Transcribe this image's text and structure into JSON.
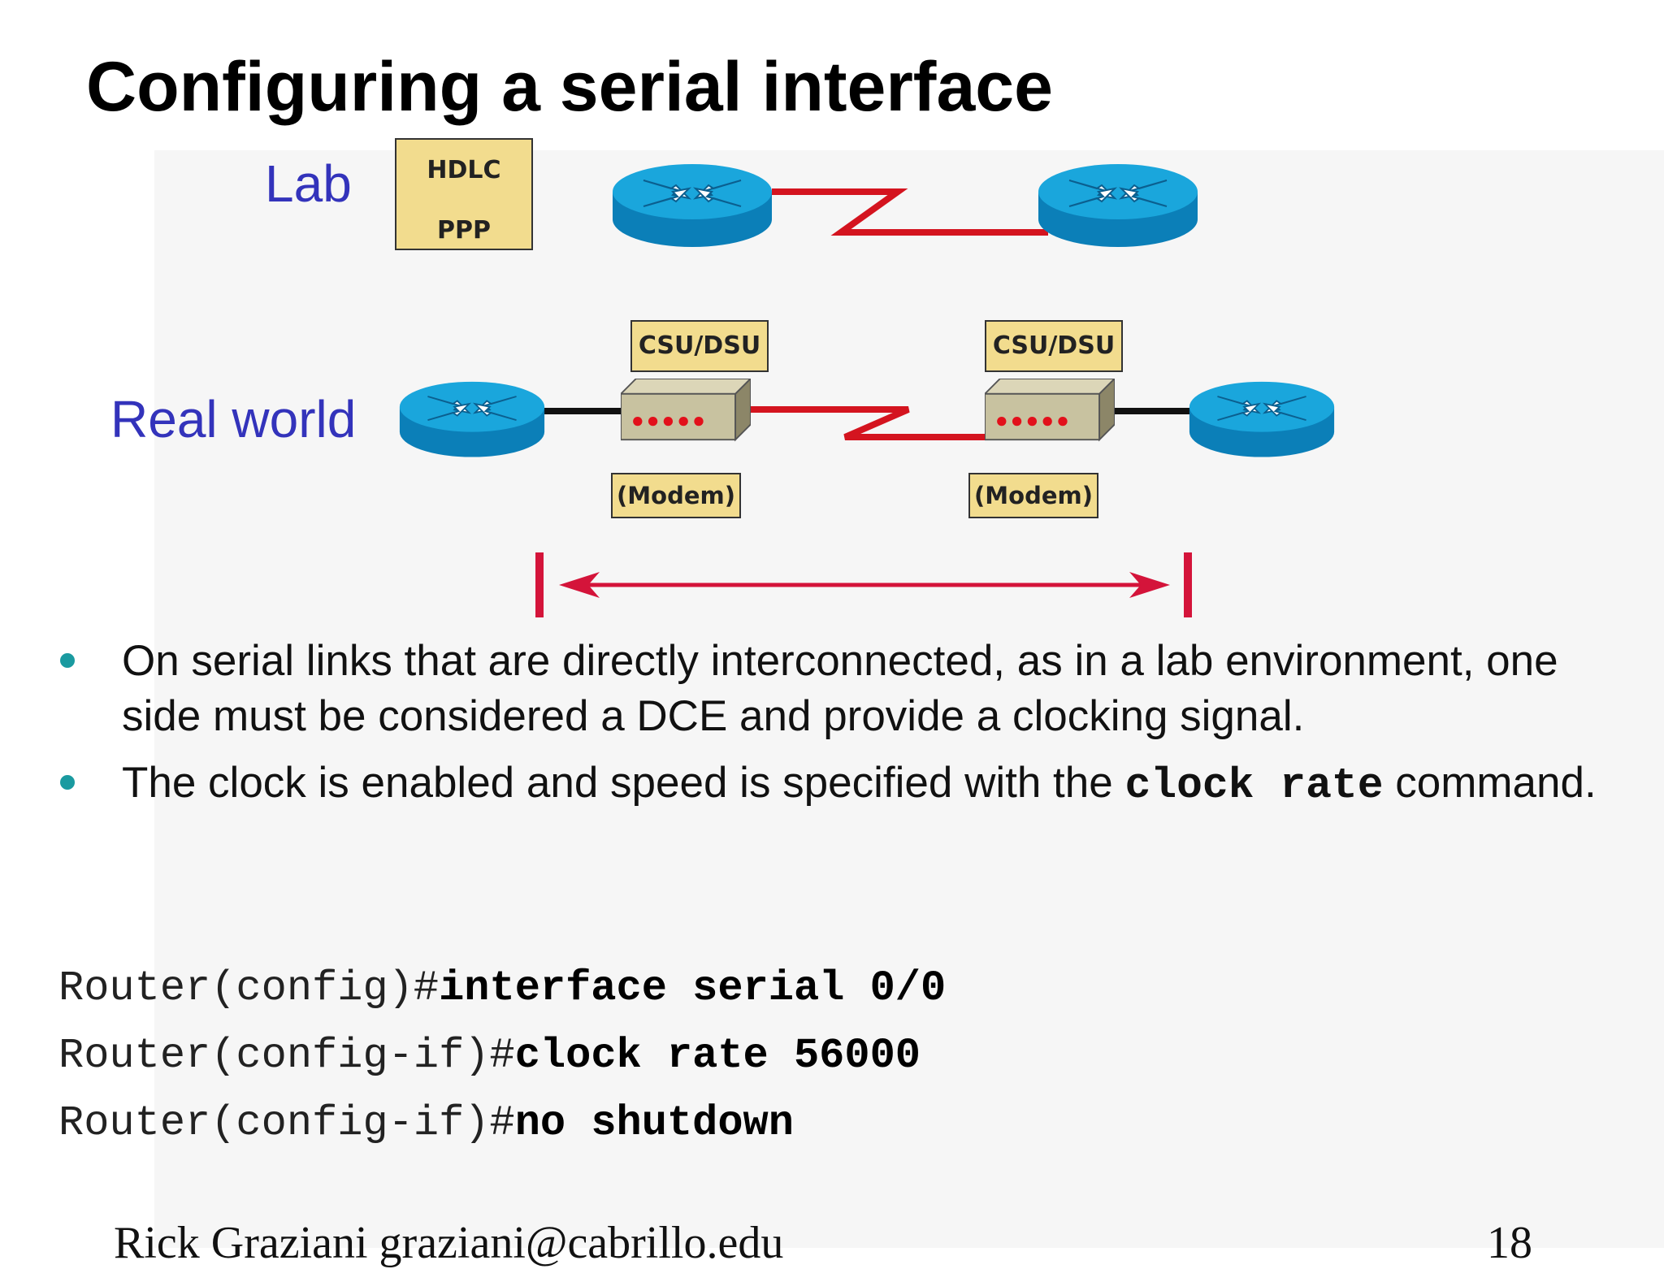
{
  "slide": {
    "title": "Configuring a serial interface"
  },
  "diagram": {
    "lab_label": "Lab",
    "real_world_label": "Real world",
    "encapsulations": [
      "HDLC",
      "PPP"
    ],
    "csu_dsu_left": "CSU/DSU",
    "csu_dsu_right": "CSU/DSU",
    "modem_left": "(Modem)",
    "modem_right": "(Modem)",
    "colors": {
      "router": "#1aa6dc",
      "serial_link": "#d4141f",
      "label_box": "#f2dc8e",
      "arrow": "#d4143a"
    }
  },
  "bullets": [
    {
      "text": "On serial links that are directly interconnected, as in a lab environment, one side must be considered a DCE and provide a clocking signal."
    },
    {
      "text_before": "The clock is enabled and speed is specified with the ",
      "code": "clock rate",
      "text_after": " command."
    }
  ],
  "cli": [
    {
      "prompt": "Router(config)#",
      "command": "interface serial 0/0"
    },
    {
      "prompt": "Router(config-if)#",
      "command": "clock rate 56000"
    },
    {
      "prompt": "Router(config-if)#",
      "command": "no shutdown"
    }
  ],
  "footer": {
    "author": "Rick Graziani  graziani@cabrillo.edu",
    "page_number": "18"
  }
}
